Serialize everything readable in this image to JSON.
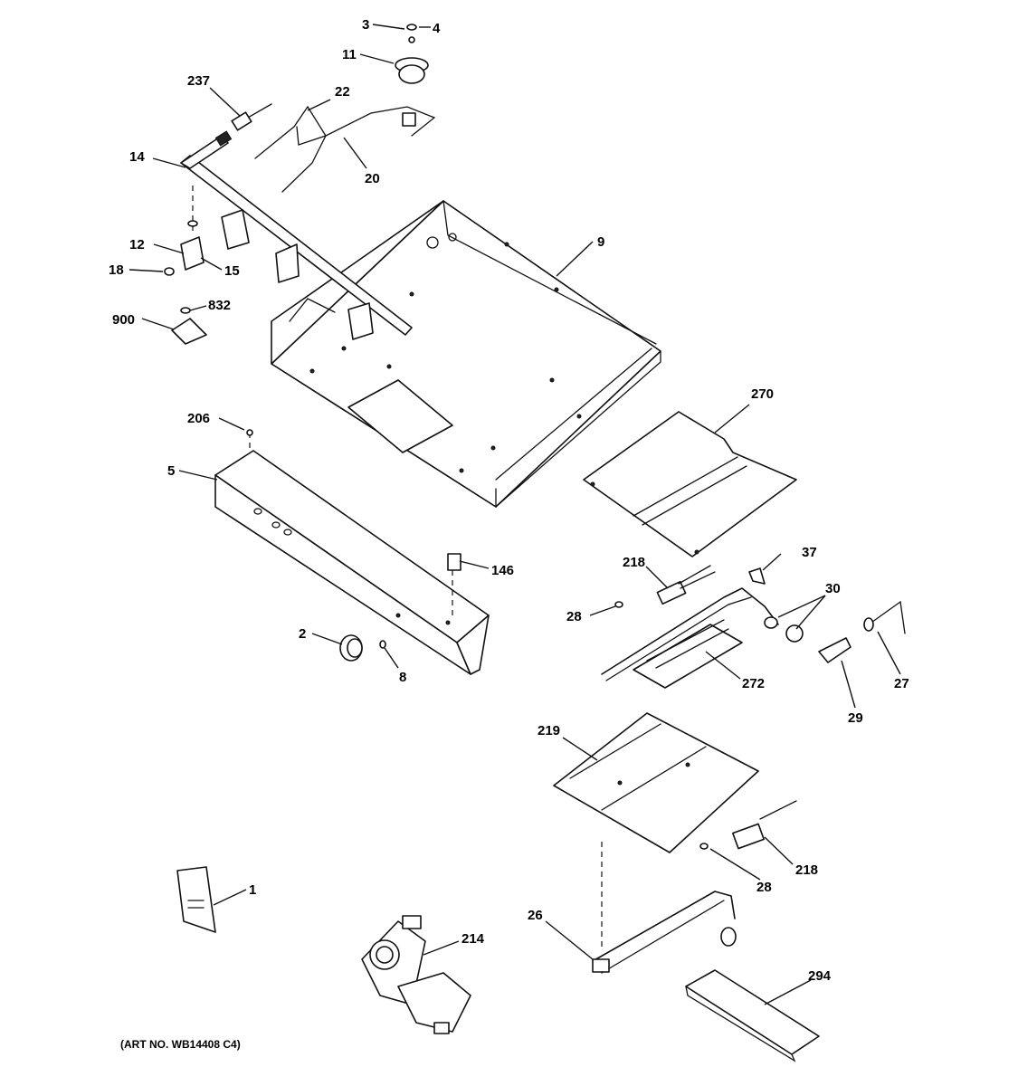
{
  "diagram": {
    "art_number": "(ART NO. WB14408 C4)",
    "callouts": {
      "c3": "3",
      "c4": "4",
      "c11": "11",
      "c237": "237",
      "c22": "22",
      "c14": "14",
      "c20": "20",
      "c9": "9",
      "c12": "12",
      "c15": "15",
      "c18": "18",
      "c832": "832",
      "c900": "900",
      "c206": "206",
      "c5": "5",
      "c270": "270",
      "c146": "146",
      "c37": "37",
      "c218a": "218",
      "c30": "30",
      "c28a": "28",
      "c2": "2",
      "c8": "8",
      "c272": "272",
      "c27": "27",
      "c29": "29",
      "c219": "219",
      "c218b": "218",
      "c28b": "28",
      "c1": "1",
      "c214": "214",
      "c26": "26",
      "c294": "294"
    }
  }
}
